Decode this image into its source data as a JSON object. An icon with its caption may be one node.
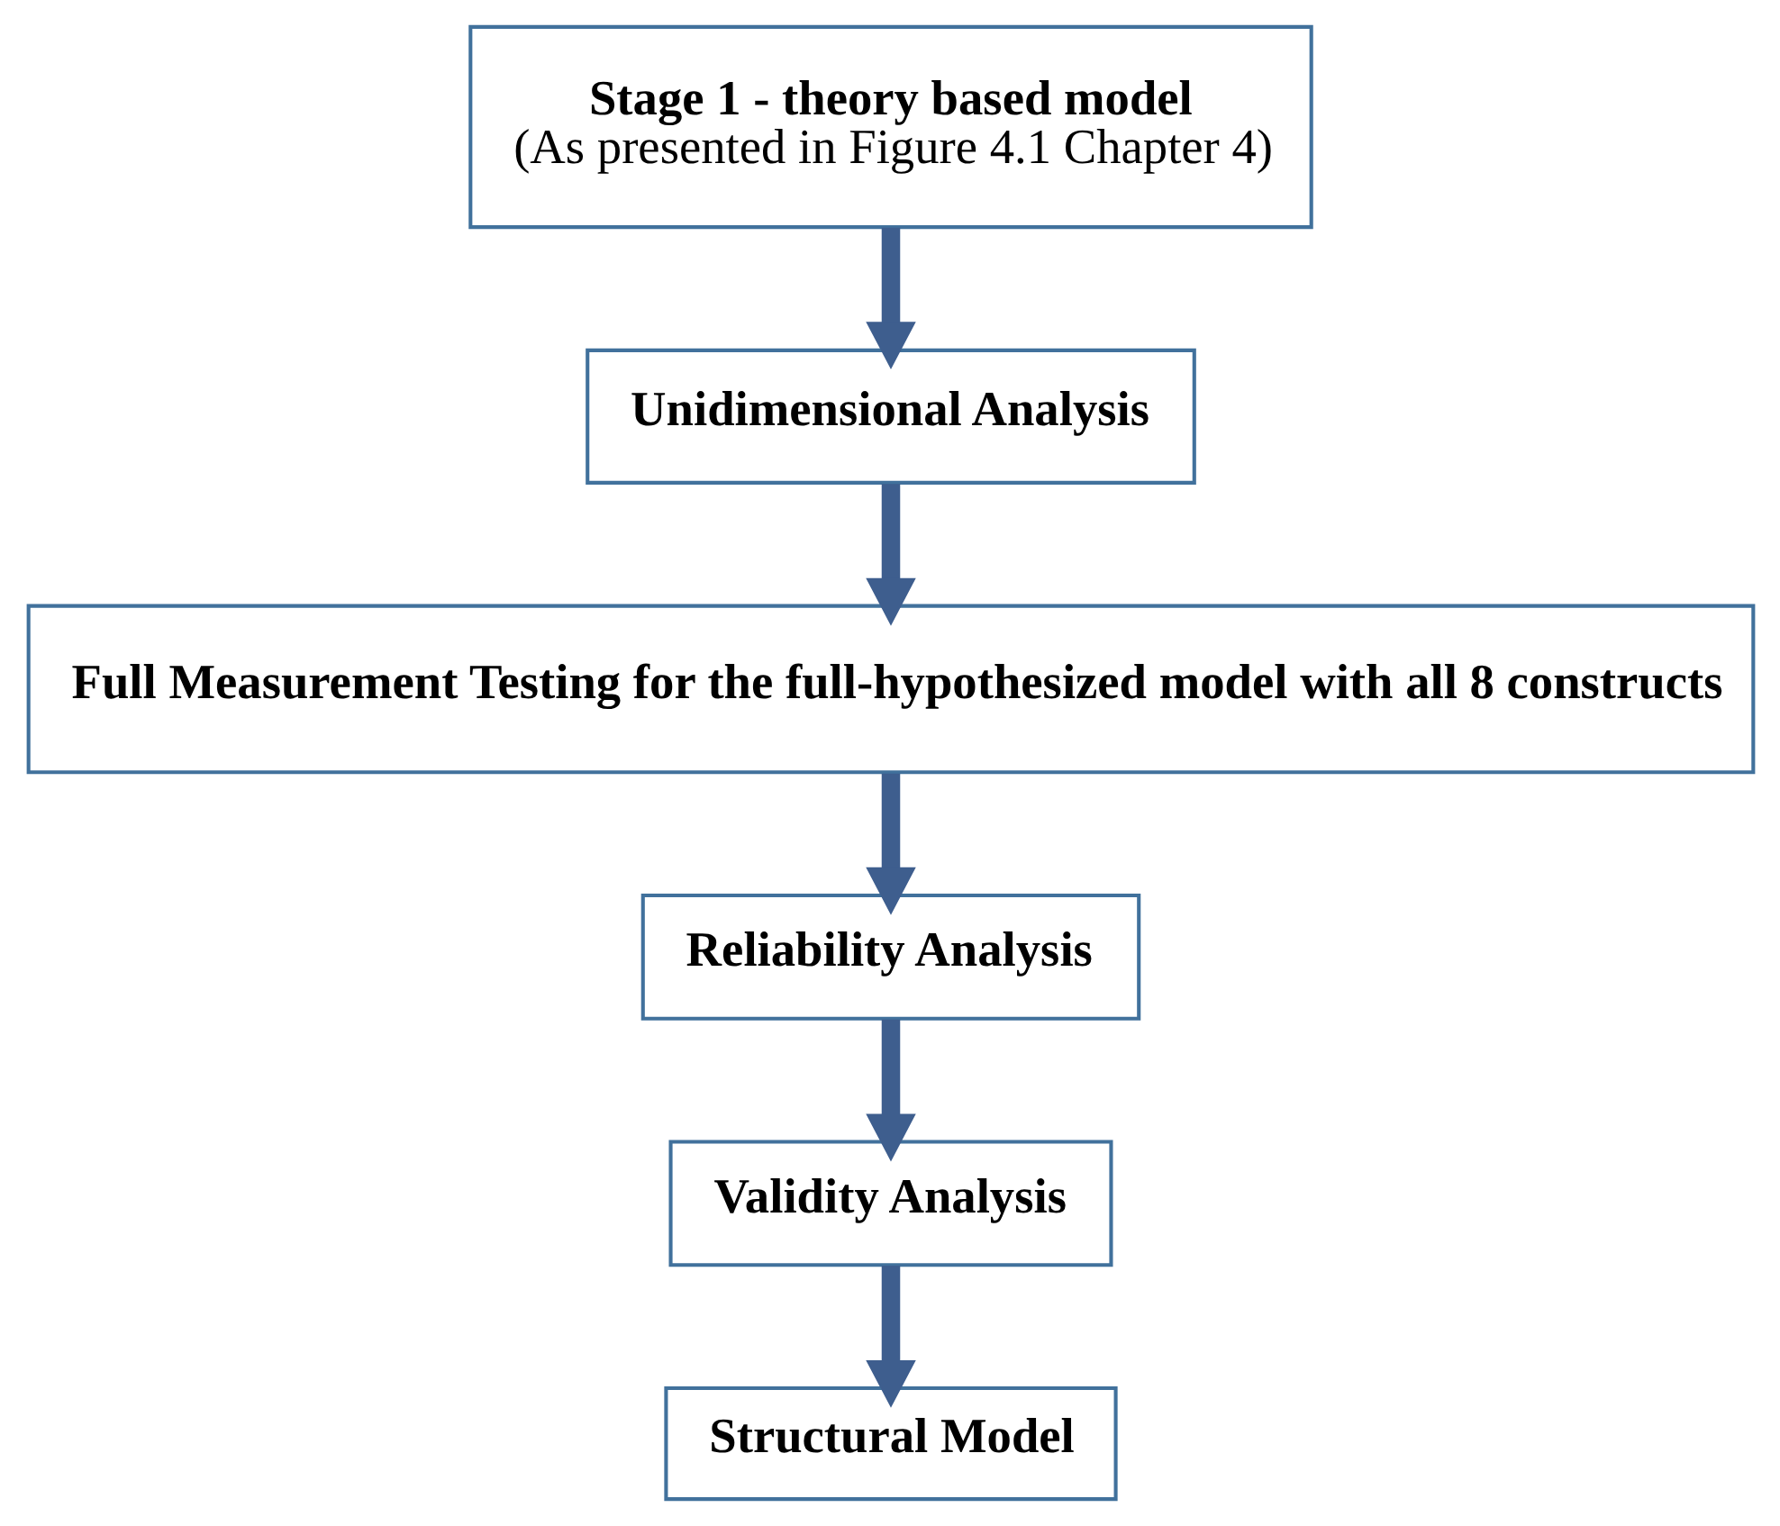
{
  "diagram": {
    "nodes": [
      {
        "text": [
          "Stage 1 - theory based model",
          "(As presented in Figure 4.1 Chapter 4)"
        ]
      },
      {
        "text": [
          "Unidimensional Analysis"
        ]
      },
      {
        "text": [
          "Full Measurement Testing for the full-hypothesized model with all 8 constructs"
        ]
      },
      {
        "text": [
          "Reliability Analysis"
        ]
      },
      {
        "text": [
          "Validity Analysis"
        ]
      },
      {
        "text": [
          "Structural Model"
        ]
      }
    ],
    "edges": [
      {
        "from": 0,
        "to": 1,
        "arrow": "to"
      },
      {
        "from": 1,
        "to": 2,
        "arrow": "to"
      },
      {
        "from": 2,
        "to": 3,
        "arrow": "to"
      },
      {
        "from": 3,
        "to": 4,
        "arrow": "to"
      },
      {
        "from": 4,
        "to": 5,
        "arrow": "to"
      }
    ]
  }
}
